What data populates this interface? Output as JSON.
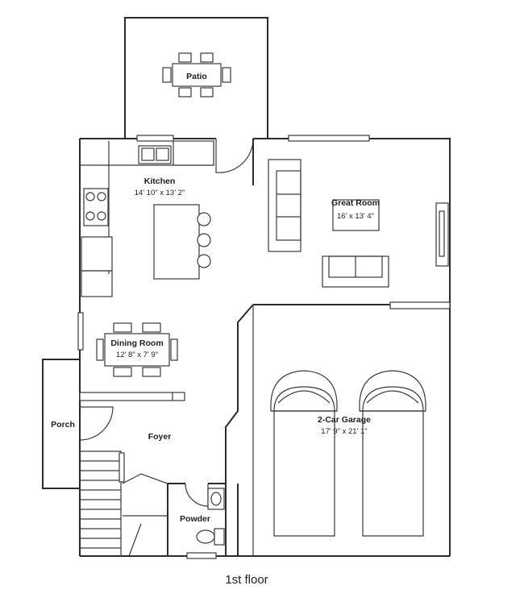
{
  "floor_label": "1st floor",
  "rooms": {
    "patio": {
      "name": "Patio"
    },
    "kitchen": {
      "name": "Kitchen",
      "dimensions": "14' 10\" x 13' 2\""
    },
    "great_room": {
      "name": "Great Room",
      "dimensions": "16' x 13' 4\""
    },
    "dining_room": {
      "name": "Dining Room",
      "dimensions": "12' 8\" x 7' 9\""
    },
    "garage": {
      "name": "2-Car Garage",
      "dimensions": "17' 9\" x 21' 1\""
    },
    "porch": {
      "name": "Porch"
    },
    "foyer": {
      "name": "Foyer"
    },
    "powder": {
      "name": "Powder"
    }
  }
}
